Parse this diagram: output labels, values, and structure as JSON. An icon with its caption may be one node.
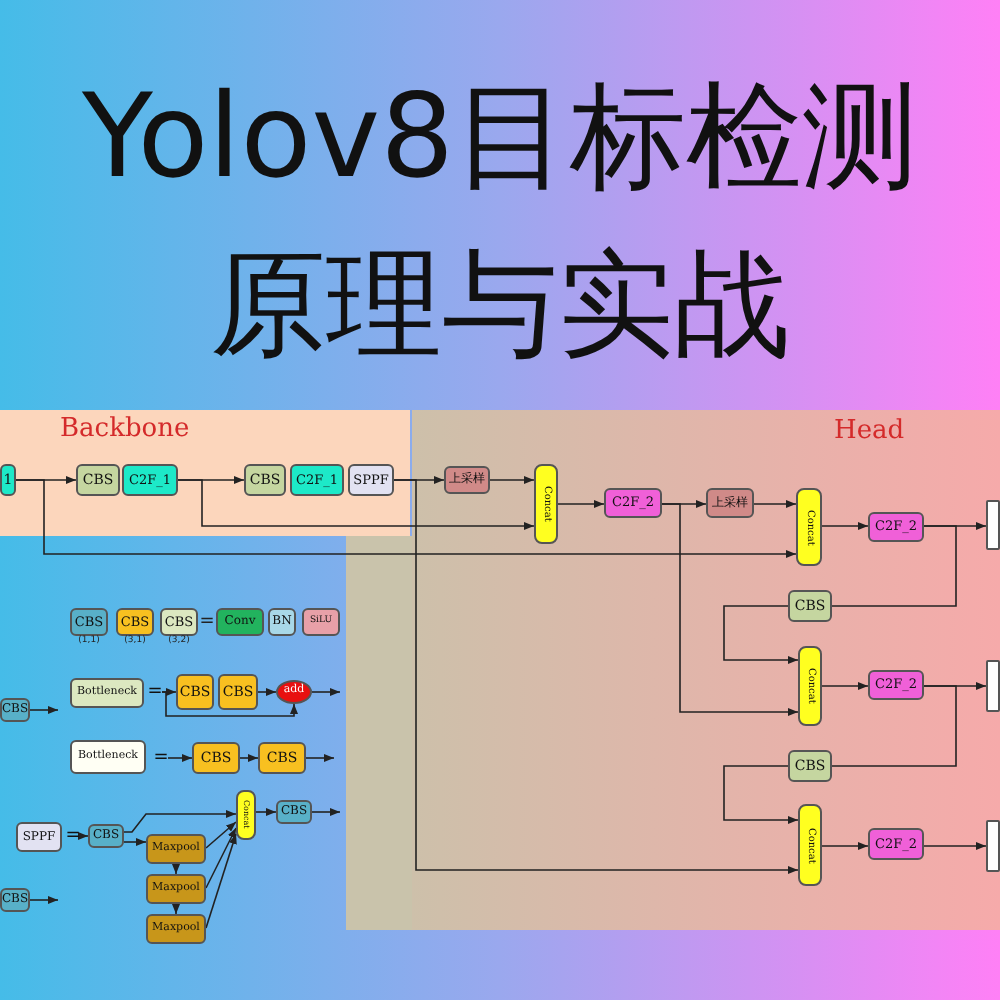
{
  "diagram": {
    "title": "Yolov8目标检测原理与实战",
    "nodes": [
      {
        "text": [
          "Backbone"
        ]
      },
      {
        "text": [
          "Head"
        ]
      },
      {
        "text": [
          "1"
        ],
        "in": 0
      },
      {
        "text": [
          "CBS"
        ],
        "in": 0
      },
      {
        "text": [
          "C2F_1"
        ],
        "in": 0
      },
      {
        "text": [
          "CBS"
        ],
        "in": 0
      },
      {
        "text": [
          "C2F_1"
        ],
        "in": 0
      },
      {
        "text": [
          "SPPF"
        ],
        "in": 0
      },
      {
        "text": [
          "上采样"
        ],
        "in": 1
      },
      {
        "text": [
          "Concat"
        ],
        "in": 1
      },
      {
        "text": [
          "C2F_2"
        ],
        "in": 1
      },
      {
        "text": [
          "上采样"
        ],
        "in": 1
      },
      {
        "text": [
          "Concat"
        ],
        "in": 1
      },
      {
        "text": [
          "C2F_2"
        ],
        "in": 1
      },
      {
        "text": [],
        "shape": "box",
        "in": 1
      },
      {
        "text": [
          "CBS"
        ],
        "in": 1
      },
      {
        "text": [
          "Concat"
        ],
        "in": 1
      },
      {
        "text": [
          "C2F_2"
        ],
        "in": 1
      },
      {
        "text": [],
        "shape": "box",
        "in": 1
      },
      {
        "text": [
          "CBS"
        ],
        "in": 1
      },
      {
        "text": [
          "Concat"
        ],
        "in": 1
      },
      {
        "text": [
          "C2F_2"
        ],
        "in": 1
      },
      {
        "text": [],
        "shape": "box",
        "in": 1
      },
      {
        "text": [
          "CBS"
        ],
        "beside": [
          "(1,1)"
        ]
      },
      {
        "text": [
          "CBS"
        ],
        "beside": [
          "(3,1)"
        ]
      },
      {
        "text": [
          "CBS"
        ],
        "beside": [
          "(3,2)"
        ]
      },
      {
        "text": [
          "Conv"
        ]
      },
      {
        "text": [
          "BN"
        ]
      },
      {
        "text": [
          "SiLU"
        ]
      },
      {
        "text": [
          "CBS"
        ]
      },
      {
        "text": [
          "Bottleneck"
        ]
      },
      {
        "text": [
          "CBS"
        ]
      },
      {
        "text": [
          "CBS"
        ]
      },
      {
        "text": [
          "add"
        ]
      },
      {
        "text": [
          "Bottleneck"
        ]
      },
      {
        "text": [
          "CBS"
        ]
      },
      {
        "text": [
          "CBS"
        ]
      },
      {
        "text": [
          "SPPF"
        ]
      },
      {
        "text": [
          "CBS"
        ]
      },
      {
        "text": [
          "Maxpool"
        ]
      },
      {
        "text": [
          "Maxpool"
        ]
      },
      {
        "text": [
          "Maxpool"
        ]
      },
      {
        "text": [
          "Concat"
        ]
      },
      {
        "text": [
          "CBS"
        ]
      },
      {
        "text": [
          "CBS"
        ]
      },
      {
        "text": [
          "="
        ]
      },
      {
        "text": [
          "="
        ]
      },
      {
        "text": [
          "="
        ]
      }
    ],
    "edges": [
      {
        "from": 2,
        "to": 3,
        "arrow": "to"
      },
      {
        "from": 4,
        "to": 5,
        "arrow": "to"
      },
      {
        "from": 7,
        "to": 8,
        "arrow": "to"
      },
      {
        "from": 7,
        "to": 20,
        "arrow": "to"
      },
      {
        "from": 2,
        "to": 12,
        "arrow": "to"
      },
      {
        "from": 4,
        "to": 9,
        "arrow": "to"
      },
      {
        "from": 8,
        "to": 9,
        "arrow": "to"
      },
      {
        "from": 9,
        "to": 10,
        "arrow": "to"
      },
      {
        "from": 10,
        "to": 11,
        "arrow": "to"
      },
      {
        "from": 10,
        "to": 16,
        "arrow": "to"
      },
      {
        "from": 11,
        "to": 12,
        "arrow": "to"
      },
      {
        "from": 12,
        "to": 13,
        "arrow": "to"
      },
      {
        "from": 13,
        "to": 14,
        "arrow": "to"
      },
      {
        "from": 13,
        "to": 15,
        "arrow": "none"
      },
      {
        "from": 15,
        "to": 16,
        "arrow": "to"
      },
      {
        "from": 16,
        "to": 17,
        "arrow": "to"
      },
      {
        "from": 17,
        "to": 18,
        "arrow": "to"
      },
      {
        "from": 17,
        "to": 19,
        "arrow": "none"
      },
      {
        "from": 19,
        "to": 20,
        "arrow": "to"
      },
      {
        "from": 20,
        "to": 21,
        "arrow": "to"
      },
      {
        "from": 21,
        "to": 22,
        "arrow": "to"
      },
      {
        "from": 29,
        "to": null,
        "arrow": "to"
      },
      {
        "from": 45,
        "to": 31,
        "arrow": "to"
      },
      {
        "from": 45,
        "to": 33,
        "arrow": "to"
      },
      {
        "from": 32,
        "to": 33,
        "arrow": "to"
      },
      {
        "from": 33,
        "to": null,
        "arrow": "to"
      },
      {
        "from": 46,
        "to": 35,
        "arrow": "to"
      },
      {
        "from": 35,
        "to": 36,
        "arrow": "to"
      },
      {
        "from": 36,
        "to": null,
        "arrow": "to"
      },
      {
        "from": 47,
        "to": 38,
        "arrow": "to"
      },
      {
        "from": 38,
        "to": 39,
        "arrow": "to"
      },
      {
        "from": 38,
        "to": 42,
        "arrow": "to"
      },
      {
        "from": 39,
        "to": 42,
        "arrow": "to"
      },
      {
        "from": 40,
        "to": 42,
        "arrow": "to"
      },
      {
        "from": 41,
        "to": 42,
        "arrow": "to"
      },
      {
        "from": 39,
        "to": 40,
        "arrow": "to"
      },
      {
        "from": 40,
        "to": 41,
        "arrow": "to"
      },
      {
        "from": 42,
        "to": 43,
        "arrow": "to"
      },
      {
        "from": 43,
        "to": null,
        "arrow": "to"
      },
      {
        "from": 44,
        "to": null,
        "arrow": "to"
      }
    ],
    "labels": [
      "="
    ]
  }
}
